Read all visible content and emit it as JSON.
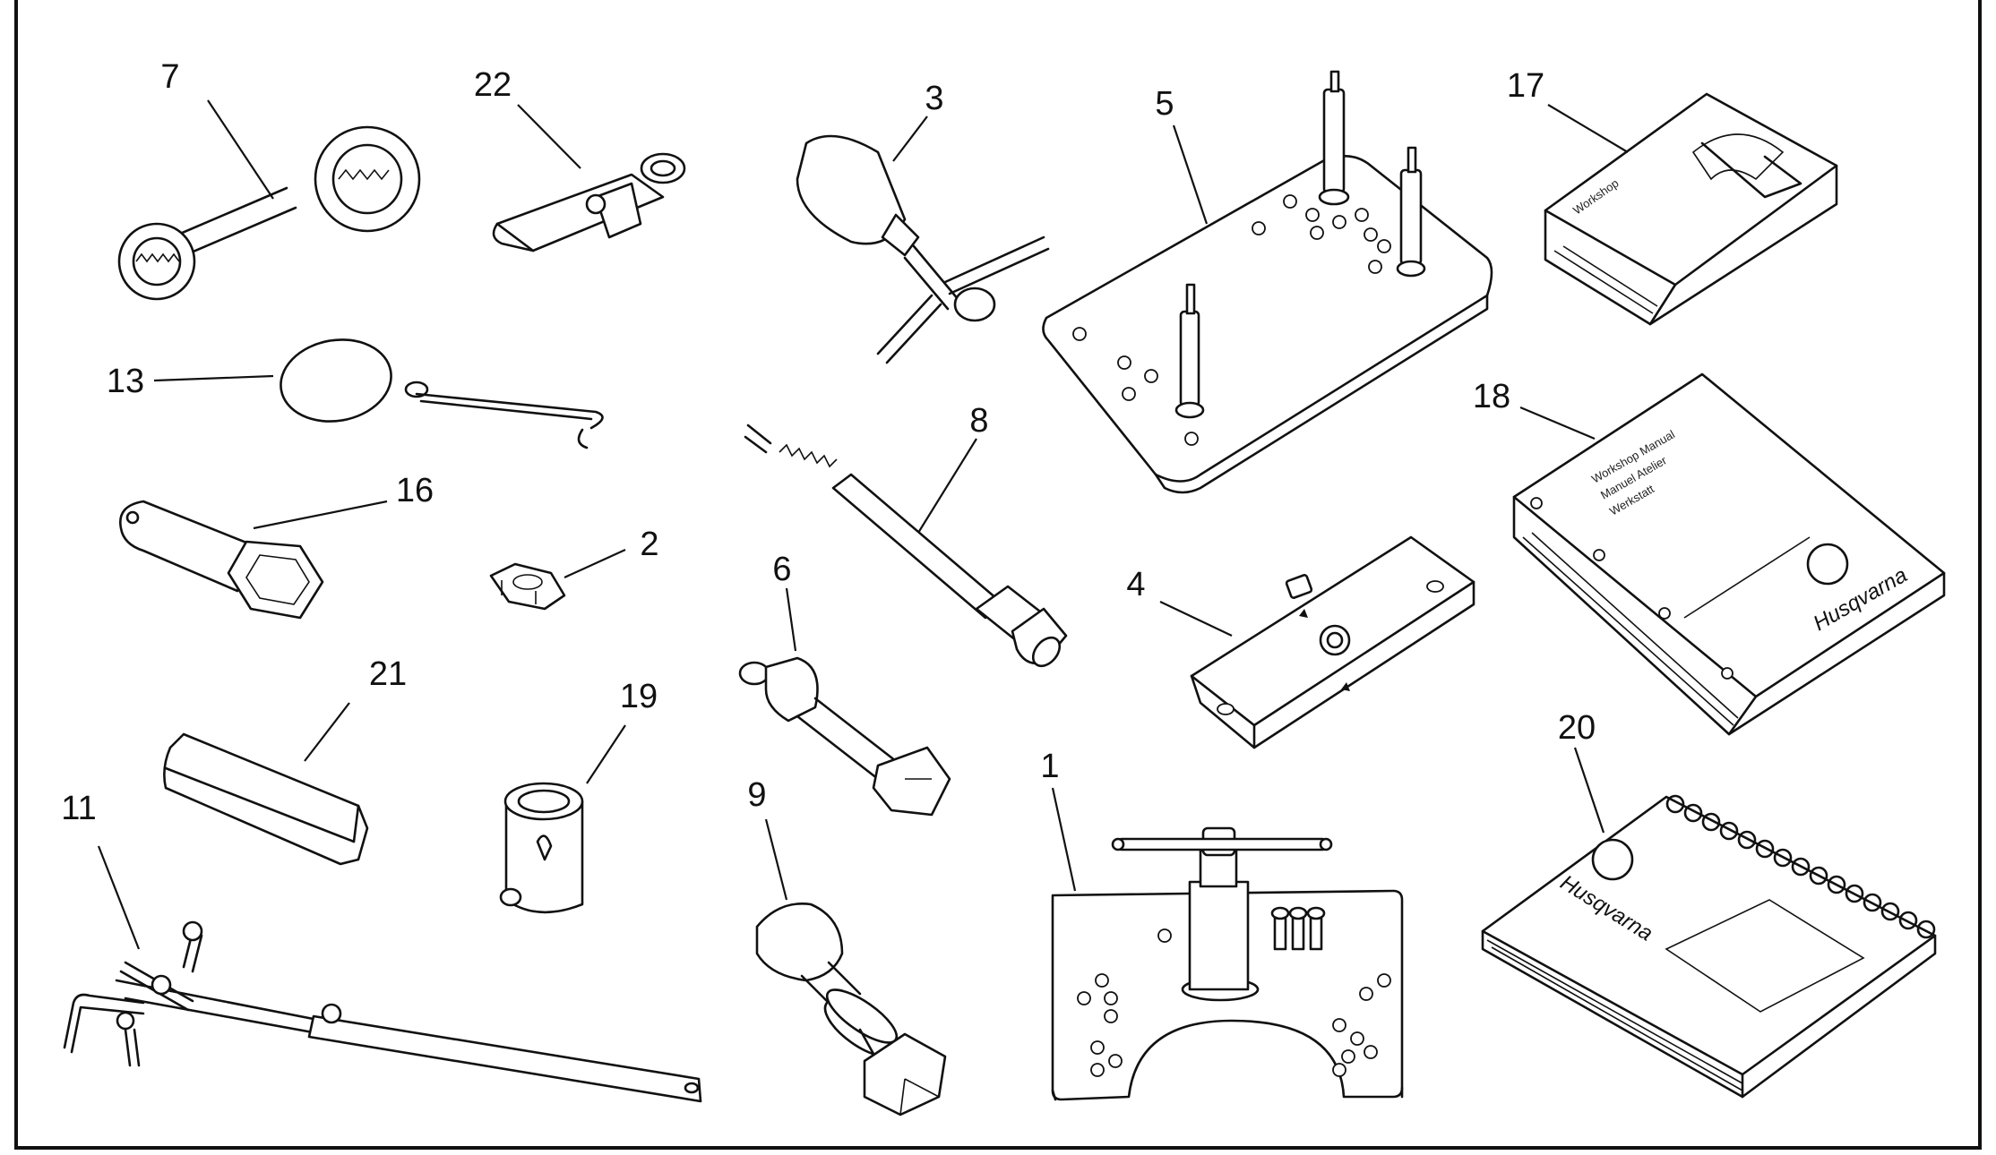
{
  "diagram": {
    "parts": [
      {
        "id": "p7",
        "label": "7"
      },
      {
        "id": "p22",
        "label": "22"
      },
      {
        "id": "p3",
        "label": "3"
      },
      {
        "id": "p5",
        "label": "5"
      },
      {
        "id": "p17",
        "label": "17"
      },
      {
        "id": "p13",
        "label": "13"
      },
      {
        "id": "p8",
        "label": "8"
      },
      {
        "id": "p18",
        "label": "18"
      },
      {
        "id": "p16",
        "label": "16"
      },
      {
        "id": "p2",
        "label": "2"
      },
      {
        "id": "p4",
        "label": "4"
      },
      {
        "id": "p6",
        "label": "6"
      },
      {
        "id": "p21",
        "label": "21"
      },
      {
        "id": "p19",
        "label": "19"
      },
      {
        "id": "p20",
        "label": "20"
      },
      {
        "id": "p1",
        "label": "1"
      },
      {
        "id": "p11",
        "label": "11"
      },
      {
        "id": "p9",
        "label": "9"
      }
    ],
    "brand": "Husqvarna"
  }
}
